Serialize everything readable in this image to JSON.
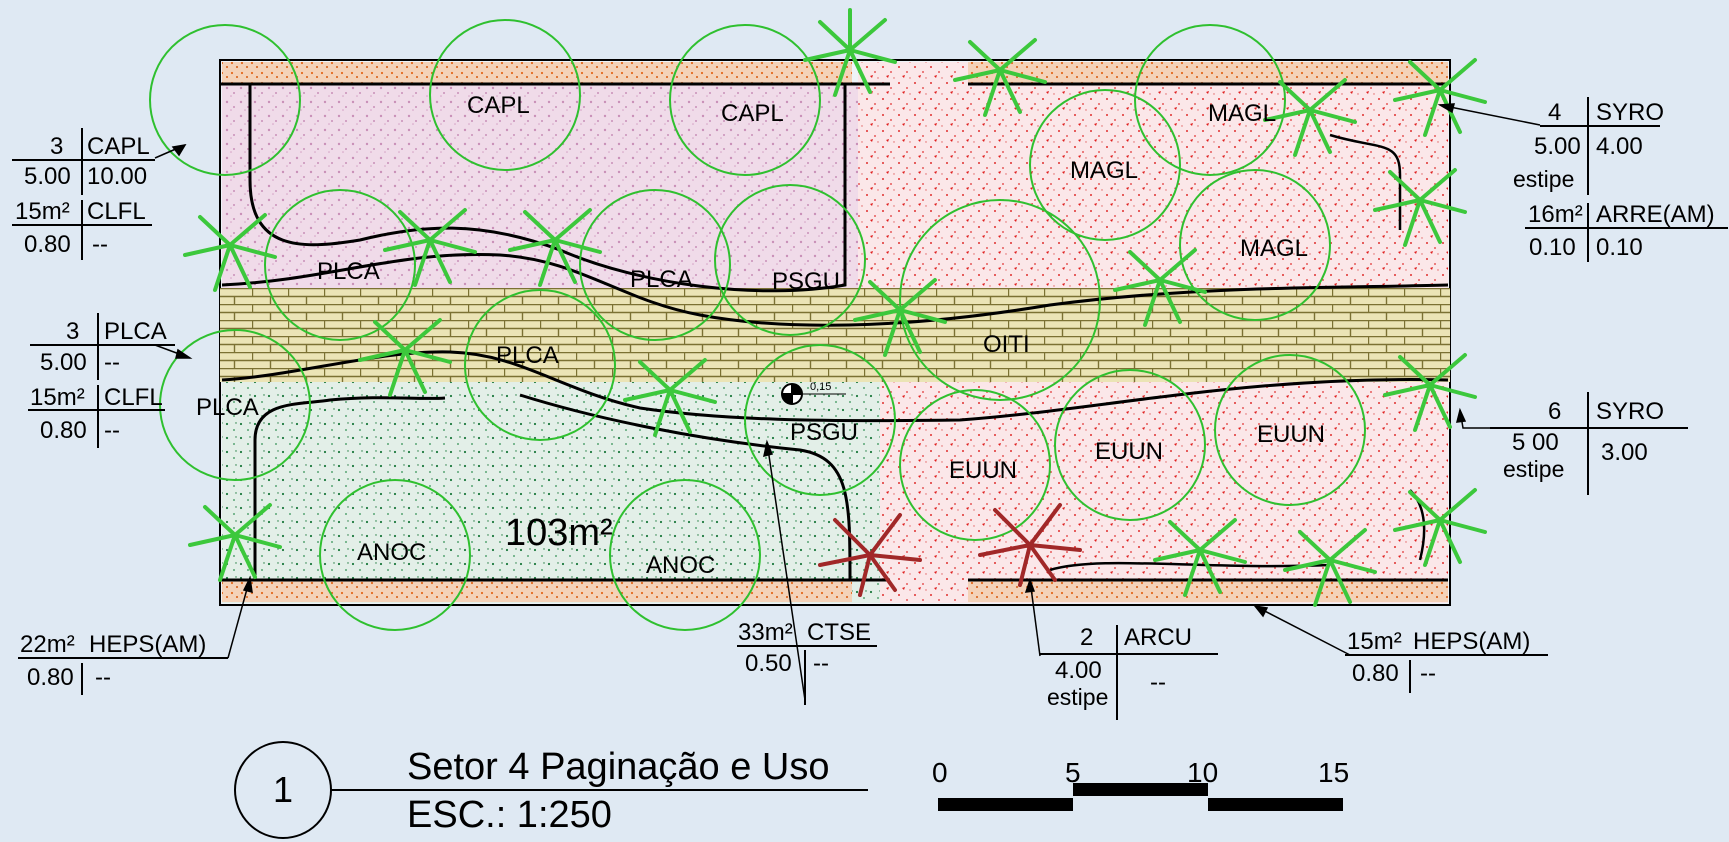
{
  "colors": {
    "background": "#dfe9f3",
    "pink_area": "#f0dbe9",
    "red_area": "#fbe2e2",
    "green_area": "#e2efe5",
    "paving": "#ebe4b6",
    "paving_joint": "#7b7133",
    "border": "#f2c5a3",
    "tree_outline": "#2fc02f",
    "palm": "#3cc83c",
    "palm_red": "#a12828"
  },
  "plant_labels": [
    {
      "text": "CAPL"
    },
    {
      "text": "CAPL"
    },
    {
      "text": "MAGL"
    },
    {
      "text": "MAGL"
    },
    {
      "text": "MAGL"
    },
    {
      "text": "PLCA"
    },
    {
      "text": "PLCA"
    },
    {
      "text": "PSGU"
    },
    {
      "text": "OITI"
    },
    {
      "text": "PLCA"
    },
    {
      "text": "PLCA"
    },
    {
      "text": "PSGU"
    },
    {
      "text": "EUUN"
    },
    {
      "text": "EUUN"
    },
    {
      "text": "EUUN"
    },
    {
      "text": "ANOC"
    },
    {
      "text": "ANOC"
    }
  ],
  "area_label": {
    "value": "103m²"
  },
  "level_mark": {
    "value": "0,15"
  },
  "tags": [
    {
      "qty": "3",
      "species": "CAPL",
      "height": "5.00",
      "spread": "10.00",
      "area": "15m²",
      "ground": "CLFL",
      "ground_height": "0.80",
      "ground_spread": "--"
    },
    {
      "qty": "3",
      "species": "PLCA",
      "height": "5.00",
      "spread": "--",
      "area": "15m²",
      "ground": "CLFL",
      "ground_height": "0.80",
      "ground_spread": "--"
    },
    {
      "area": "22m²",
      "ground": "HEPS(AM)",
      "ground_height": "0.80",
      "ground_spread": "--"
    },
    {
      "area": "33m²",
      "ground": "CTSE",
      "ground_height": "0.50",
      "ground_spread": "--"
    },
    {
      "qty": "2",
      "species": "ARCU",
      "height": "4.00",
      "height_note": "estipe",
      "spread": "--"
    },
    {
      "area": "15m²",
      "ground": "HEPS(AM)",
      "ground_height": "0.80",
      "ground_spread": "--"
    },
    {
      "qty": "4",
      "species": "SYRO",
      "height": "5.00",
      "spread": "4.00",
      "height_note": "estipe",
      "area": "16m²",
      "ground": "ARRE(AM)",
      "ground_height": "0.10",
      "ground_spread": "0.10"
    },
    {
      "qty": "6",
      "species": "SYRO",
      "height": "5 00",
      "height_note": "estipe",
      "spread": "3.00"
    }
  ],
  "title_block": {
    "number": "1",
    "title": "Setor 4 Paginação e Uso",
    "scale": "ESC.: 1:250"
  },
  "scale_bar": {
    "ticks": [
      "0",
      "5",
      "10",
      "15"
    ]
  }
}
